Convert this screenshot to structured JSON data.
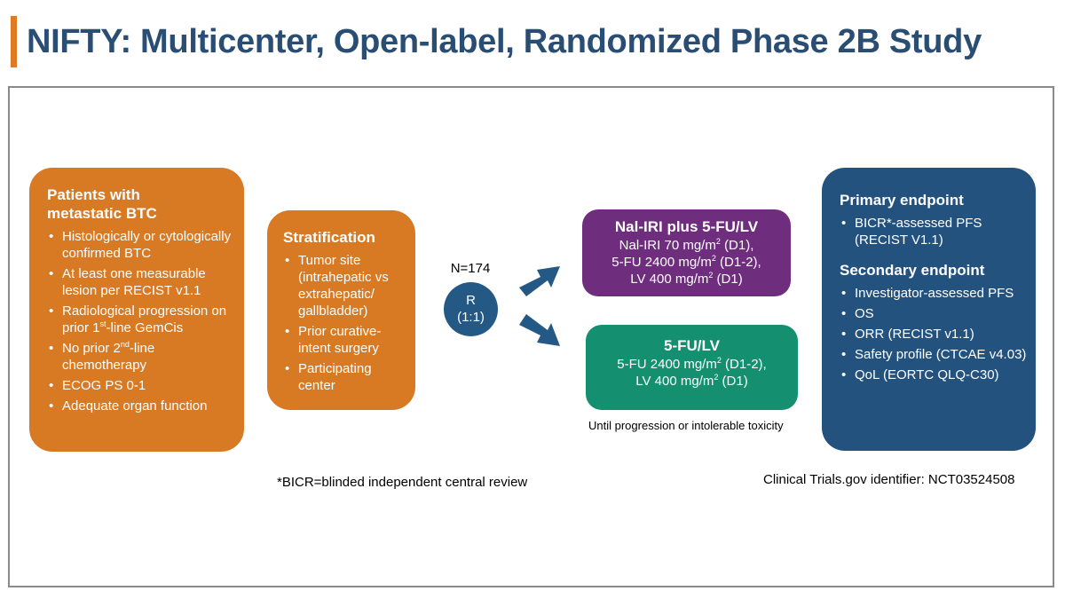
{
  "colors": {
    "title": "#2a4d74",
    "accent": "#e07b22",
    "patients_box": "#d87a23",
    "strat_box": "#d87a23",
    "arm_a": "#6e2d7d",
    "arm_b": "#149070",
    "randomize": "#245986",
    "arrows": "#245986",
    "endpoints_box": "#24527f"
  },
  "title": "NIFTY: Multicenter, Open-label, Randomized Phase 2B Study",
  "patients": {
    "heading_line1": "Patients with",
    "heading_line2": "metastatic BTC",
    "items": [
      "Histologically or cytologically confirmed BTC",
      "At least one measurable lesion per RECIST v1.1",
      "Radiological progression on prior 1st-line GemCis",
      "No prior 2nd-line chemotherapy",
      "ECOG PS 0-1",
      "Adequate organ function"
    ]
  },
  "stratification": {
    "heading": "Stratification",
    "items": [
      "Tumor site (intrahepatic vs extrahepatic/ gallbladder)",
      "Prior curative-intent surgery",
      "Participating center"
    ]
  },
  "randomization": {
    "n": "N=174",
    "symbol": "R",
    "ratio": "(1:1)"
  },
  "arm_a": {
    "title": "Nal-IRI plus 5-FU/LV",
    "line1": "Nal-IRI 70 mg/m2 (D1),",
    "line2": "5-FU 2400 mg/m2 (D1-2),",
    "line3": "LV 400 mg/m2 (D1)"
  },
  "arm_b": {
    "title": "5-FU/LV",
    "line1": "5-FU 2400 mg/m2 (D1-2),",
    "line2": "LV 400 mg/m2 (D1)"
  },
  "until_note": "Until progression or intolerable toxicity",
  "endpoints": {
    "primary_heading": "Primary endpoint",
    "primary_items": [
      "BICR*-assessed PFS (RECIST V1.1)"
    ],
    "secondary_heading": "Secondary endpoint",
    "secondary_items": [
      "Investigator-assessed PFS",
      "OS",
      "ORR (RECIST v1.1)",
      "Safety profile (CTCAE v4.03)",
      "QoL (EORTC QLQ-C30)"
    ]
  },
  "footnote": "*BICR=blinded independent central review",
  "trial_id": "Clinical Trials.gov identifier: NCT03524508"
}
